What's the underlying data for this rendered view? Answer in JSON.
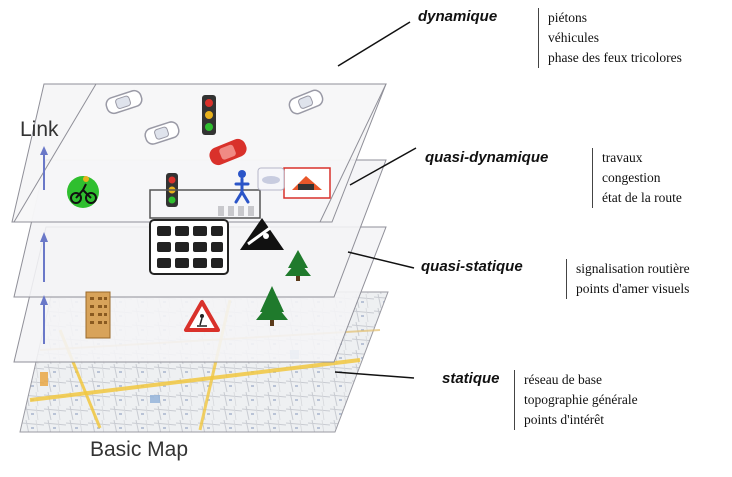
{
  "left_labels": {
    "top": "Link",
    "bottom": "Basic Map"
  },
  "layers": [
    {
      "title": "dynamique",
      "items": [
        "piétons",
        "véhicules",
        "phase des feux tricolores"
      ],
      "icons": [
        "car-icon",
        "traffic-light-icon"
      ]
    },
    {
      "title": "quasi-dynamique",
      "items": [
        "travaux",
        "congestion",
        "état de la route"
      ],
      "icons": [
        "cyclist-icon",
        "pedestrian-icon",
        "roadwork-icon",
        "traffic-light-icon"
      ]
    },
    {
      "title": "quasi-statique",
      "items": [
        "signalisation routière",
        "points d'amer visuels"
      ],
      "icons": [
        "congestion-icon",
        "tree-icon"
      ]
    },
    {
      "title": "statique",
      "items": [
        "réseau de base",
        "topographie générale",
        "points d'intérêt"
      ],
      "icons": [
        "building-icon",
        "warning-sign-icon",
        "map-icon"
      ]
    }
  ],
  "colors": {
    "plane_fill": "#f4f4f6",
    "plane_stroke": "#9a9aa2",
    "arrow": "#6a78c8",
    "map_road": "#f2c840",
    "car_red": "#d9312b",
    "tree_green": "#1f7a2c",
    "cyclist_green": "#2fbf2f"
  }
}
